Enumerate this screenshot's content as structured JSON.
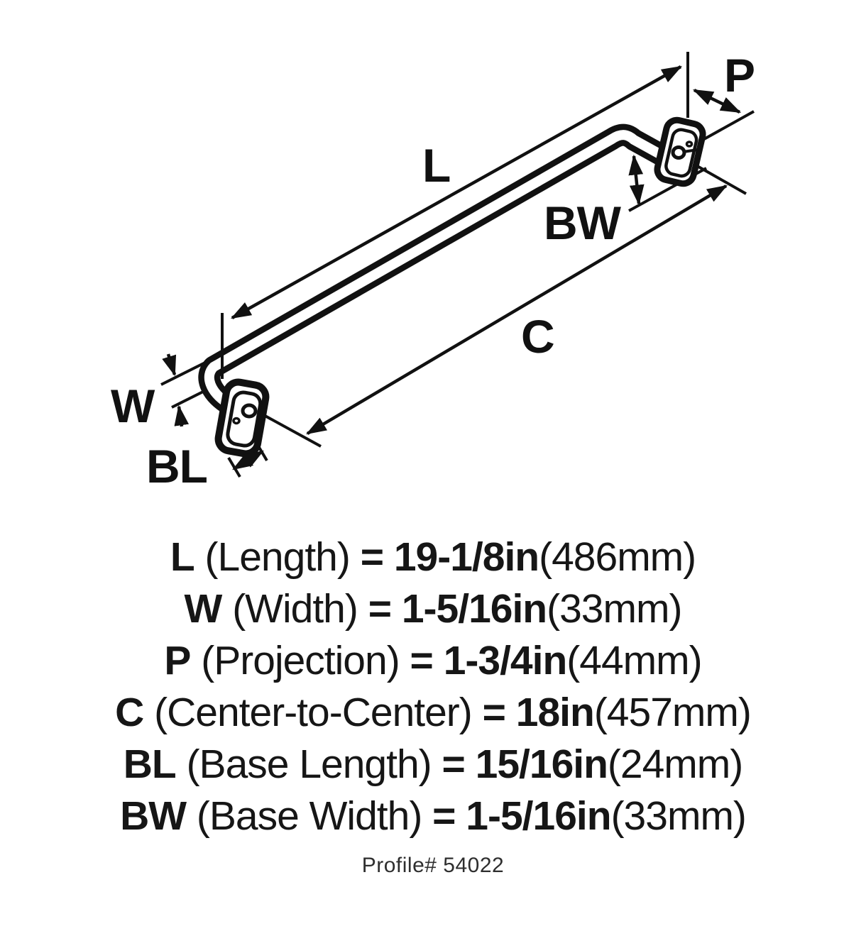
{
  "diagram": {
    "labels": {
      "length": "L",
      "projection": "P",
      "base_width": "BW",
      "center_to_center": "C",
      "width": "W",
      "base_length": "BL"
    }
  },
  "specs": [
    {
      "code": "L",
      "name": "(Length)",
      "eq": "=",
      "value": "19-1/8in",
      "metric": "(486mm)"
    },
    {
      "code": "W",
      "name": "(Width)",
      "eq": "=",
      "value": "1-5/16in",
      "metric": "(33mm)"
    },
    {
      "code": "P",
      "name": "(Projection)",
      "eq": "=",
      "value": "1-3/4in",
      "metric": "(44mm)"
    },
    {
      "code": "C",
      "name": "(Center-to-Center)",
      "eq": "=",
      "value": "18in",
      "metric": "(457mm)"
    },
    {
      "code": "BL",
      "name": "(Base Length)",
      "eq": "=",
      "value": "15/16in",
      "metric": "(24mm)"
    },
    {
      "code": "BW",
      "name": "(Base Width)",
      "eq": "=",
      "value": "1-5/16in",
      "metric": "(33mm)"
    }
  ],
  "profile": {
    "text": "Profile# 54022"
  },
  "colors": {
    "ink": "#111111",
    "background": "#ffffff"
  }
}
